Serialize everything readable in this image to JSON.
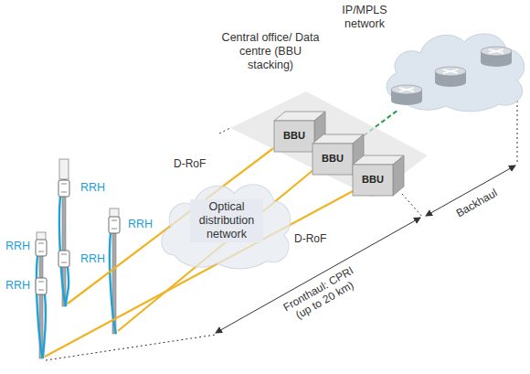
{
  "diagram": {
    "nodes": [
      {
        "text": [
          "IP/MPLS network"
        ]
      },
      {
        "text": [
          "Central office/ Data centre (BBU stacking)"
        ]
      },
      {
        "text": [
          "BBU"
        ],
        "in": 1
      },
      {
        "text": [
          "BBU"
        ],
        "in": 1
      },
      {
        "text": [
          "BBU"
        ],
        "in": 1
      },
      {
        "text": [
          "Optical distribution network"
        ]
      }
    ],
    "edges": [
      {
        "from": 3,
        "to": 0,
        "arrow": "none"
      }
    ],
    "labels": [
      "RRH",
      "RRH",
      "RRH",
      "RRH",
      "RRH",
      "D-RoF",
      "D-RoF",
      "Fronthaul: CPRI (up to 20 km)",
      "Backhaul"
    ]
  }
}
